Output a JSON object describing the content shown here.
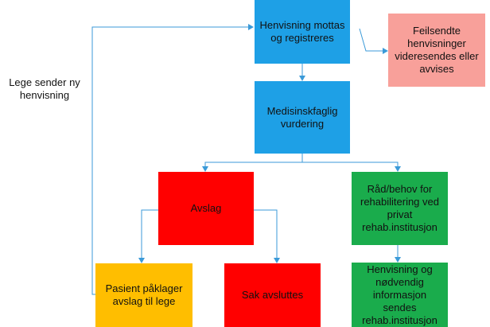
{
  "nodes": {
    "received": {
      "text": "Henvisning mottas og registreres",
      "color": "#1ea0e6"
    },
    "misdirected": {
      "text": "Feilsendte henvisninger videresendes eller avvises",
      "color": "#f8a09a"
    },
    "assessment": {
      "text": "Medisinskfaglig vurdering",
      "color": "#1ea0e6"
    },
    "rejection": {
      "text": "Avslag",
      "color": "#ff0000"
    },
    "need": {
      "text": "Råd/behov for rehabilitering ved privat rehab.institusjon",
      "color": "#1aac4c"
    },
    "complaint": {
      "text": "Pasient påklager avslag til lege",
      "color": "#ffbe00"
    },
    "closed": {
      "text": "Sak avsluttes",
      "color": "#ff0000"
    },
    "referral_sent": {
      "text": "Henvisning og nødvendig informasjon sendes rehab.institusjon",
      "color": "#1aac4c"
    }
  },
  "edge_label": {
    "text": "Lege sender ny henvisning"
  },
  "connector_color": "#3b9ad8"
}
